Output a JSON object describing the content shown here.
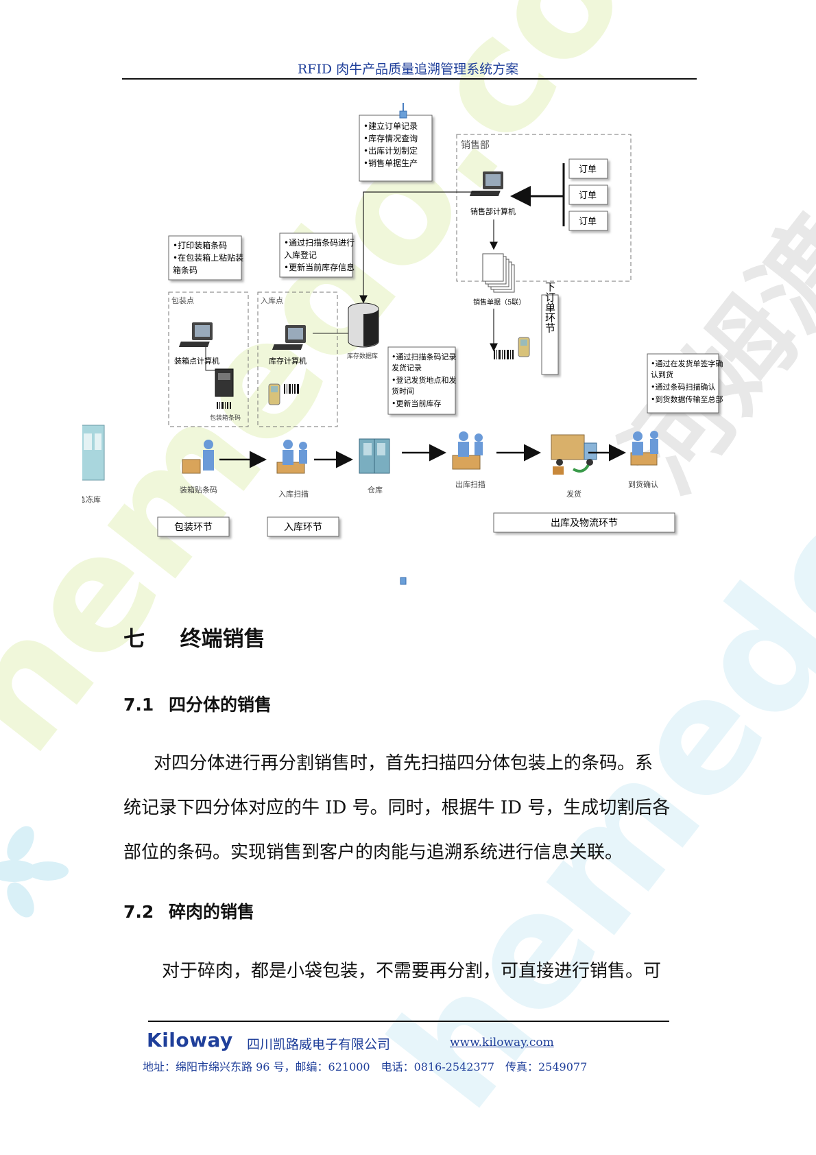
{
  "header": {
    "title": "RFID 肉牛产品质量追溯管理系统方案"
  },
  "diagram": {
    "box_order": [
      "•建立订单记录",
      "•库存情况查询",
      "•出库计划制定",
      "•销售单据生产"
    ],
    "box_pack": [
      "•打印装箱条码",
      "•在包装箱上粘贴装",
      "箱条码"
    ],
    "box_stock": [
      "•通过扫描条码进行",
      "入库登记",
      "•更新当前库存信息"
    ],
    "box_ship": [
      "•通过扫描条码记录",
      "发货记录",
      "•登记发货地点和发",
      "货时间",
      "•更新当前库存"
    ],
    "box_arrive": [
      "•通过在发货单签字确",
      "认到货",
      "•通过条码扫描确认",
      "•到货数据传输至总部"
    ],
    "sales_dept": "销售部",
    "sales_pc": "销售部计算机",
    "orders": [
      "订单",
      "订单",
      "订单"
    ],
    "sales_docs": "销售单据（5联）",
    "order_stage": "下订单环节",
    "pack_point": "包装点",
    "pack_pc": "装箱点计算机",
    "pack_barcode": "包装箱条码",
    "stock_point": "入库点",
    "stock_pc": "库存计算机",
    "stock_db": "库存数据库",
    "flow": [
      "装箱贴条码",
      "入库扫描",
      "仓库",
      "出库扫描",
      "发货",
      "到货确认"
    ],
    "cold_store": "急冻库",
    "stage_pack": "包装环节",
    "stage_stock": "入库环节",
    "stage_ship": "出库及物流环节"
  },
  "section": {
    "number": "七",
    "title": "终端销售"
  },
  "sub1": {
    "number": "7.1",
    "title": "四分体的销售"
  },
  "para1": [
    "对四分体进行再分割销售时，首先扫描四分体包装上的条码。系",
    "统记录下四分体对应的牛 ID 号。同时，根据牛 ID 号，生成切割后各",
    "部位的条码。实现销售到客户的肉能与追溯系统进行信息关联。"
  ],
  "sub2": {
    "number": "7.2",
    "title": "碎肉的销售"
  },
  "para2": [
    "对于碎肉，都是小袋包装，不需要再分割，可直接进行销售。可"
  ],
  "footer": {
    "brand": "Kiloway",
    "company": "四川凯路威电子有限公司",
    "url": "www.kiloway.com",
    "address": "地址：绵阳市绵兴东路 96 号，邮编：621000　电话：0816-2542377　传真：2549077"
  },
  "watermark": {
    "text1": "河姆渡",
    "text2": "hemedo.com"
  },
  "colors": {
    "header_blue": "#1f3f9a",
    "watermark_green": "#e8f3c4",
    "watermark_cyan": "#d9f0f7"
  }
}
